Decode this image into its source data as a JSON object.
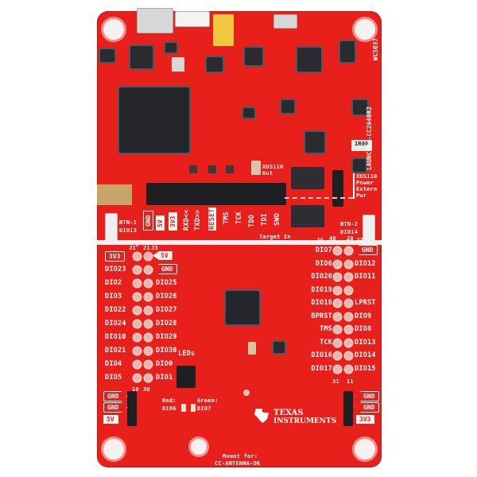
{
  "image": {
    "subject": "Texas Instruments LaunchPad development board (red PCB)",
    "board_color": "#e8201c",
    "background_color": "#ffffff"
  },
  "top_section": {
    "side_label": "LAUNCHXL-CC2640R2",
    "board_code": "WC5037",
    "resistor_marking": "1R00",
    "xds110_out_label": "XDS110 Out",
    "xds_power_label": [
      "XDS110",
      "Power",
      "Extern",
      "Pwr"
    ],
    "target_in_label": "Target In",
    "jumper_labels": [
      "GND",
      "5V",
      "3V3",
      "RXD<<",
      "TXD>>",
      "RESET",
      "TMS",
      "TCK",
      "TDO",
      "TDI",
      "SWO"
    ],
    "button_left": {
      "name": "BTN-1",
      "pin": "DIO13"
    },
    "button_right": {
      "name": "BTN-2",
      "pin": "DIO14"
    }
  },
  "left_header": {
    "connector_labels": [
      "J1",
      "1",
      "21",
      "J3"
    ],
    "top_row": {
      "left": "3V3",
      "right": "5V"
    },
    "rows": [
      {
        "left": "DIO23",
        "right": "GND"
      },
      {
        "left": "DIO2",
        "right": "DIO25"
      },
      {
        "left": "DIO3",
        "right": "DIO26"
      },
      {
        "left": "DIO22",
        "right": "DIO27"
      },
      {
        "left": "DIO24",
        "right": "DIO28"
      },
      {
        "left": "DIO10",
        "right": "DIO29"
      },
      {
        "left": "DIO21",
        "right": "DIO30"
      },
      {
        "left": "DIO4",
        "right": "DIO0"
      },
      {
        "left": "DIO5",
        "right": "DIO1"
      }
    ],
    "bottom_numbers": [
      "10",
      "30"
    ]
  },
  "right_header": {
    "connector_labels": [
      "J4",
      "40",
      "20",
      "J2"
    ],
    "rows": [
      {
        "left": "DIO7",
        "right": "GND"
      },
      {
        "left": "DIO6",
        "right": "DIO12"
      },
      {
        "left": "DIO20",
        "right": "DIO11"
      },
      {
        "left": "DIO19",
        "right": ""
      },
      {
        "left": "DIO18",
        "right": "LPRST"
      },
      {
        "left": "BPRST",
        "right": "DIO9"
      },
      {
        "left": "TMS",
        "right": "DIO8"
      },
      {
        "left": "TCK",
        "right": "DIO13"
      },
      {
        "left": "DIO16",
        "right": "DIO14"
      },
      {
        "left": "DIO17",
        "right": "DIO15"
      }
    ],
    "bottom_numbers": [
      "31",
      "11"
    ]
  },
  "leds": {
    "title": "LEDs",
    "red": {
      "label": "Red:",
      "pin": "DIO6"
    },
    "green": {
      "label": "Green:",
      "pin": "DIO7"
    }
  },
  "power_left": [
    "GND",
    "GND",
    "5V"
  ],
  "power_right": [
    "GND",
    "GND",
    "3V3"
  ],
  "footer": {
    "brand_line1": "TEXAS",
    "brand_line2": "INSTRUMENTS",
    "mount_line1": "Mount for:",
    "mount_line2": "CC-ANTENNA-DK"
  }
}
